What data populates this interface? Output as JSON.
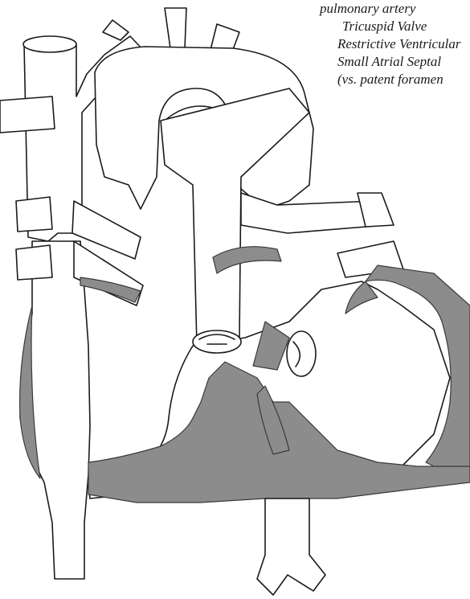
{
  "labels": {
    "line1": "pulmonary artery",
    "line2": "Tricuspid Valve",
    "line3": "Restrictive Ventricular",
    "line4": "Small Atrial Septal",
    "line5": "(vs. patent foramen"
  },
  "colors": {
    "outline": "#1a1a1a",
    "blood_shading": "#8c8c8c",
    "background": "#ffffff"
  }
}
